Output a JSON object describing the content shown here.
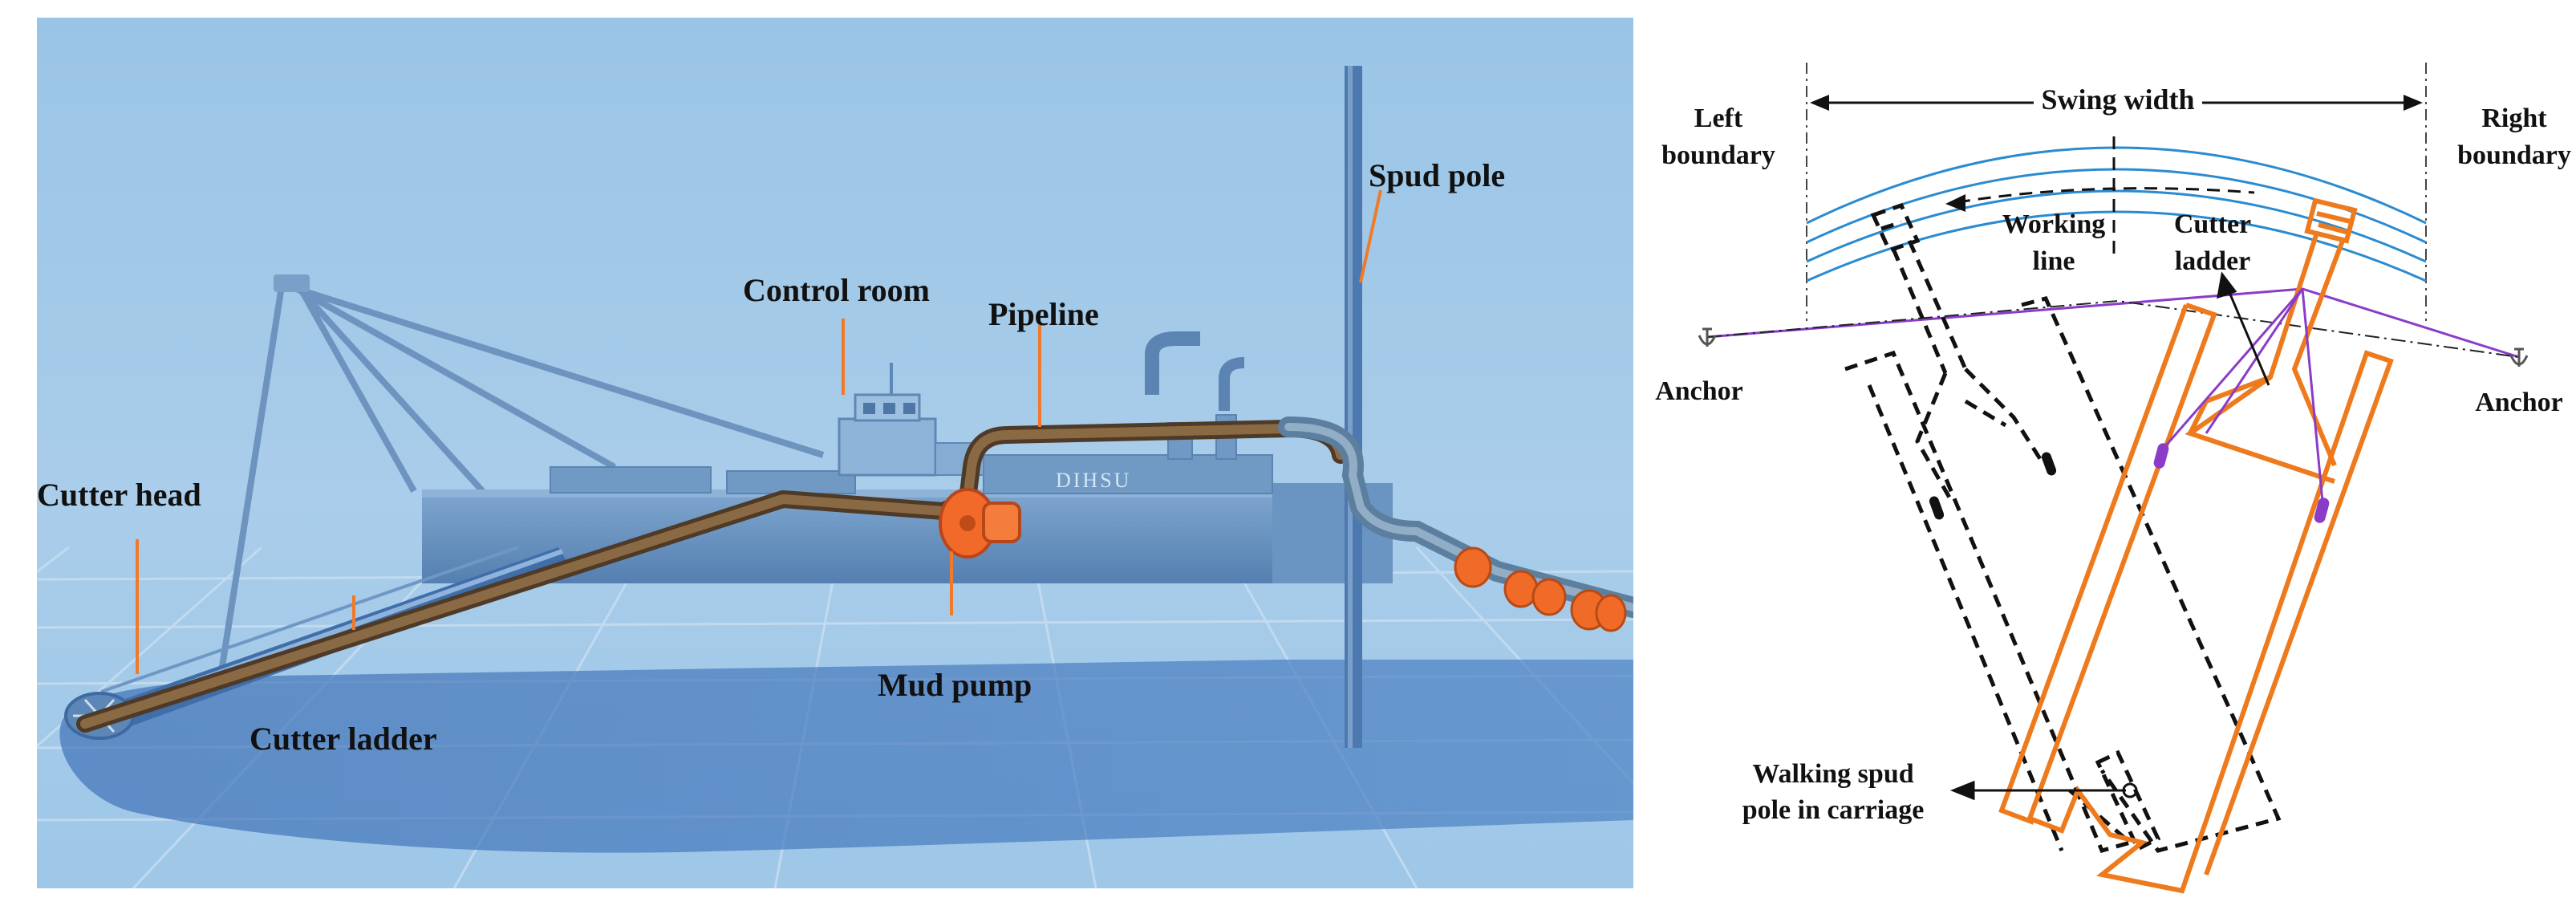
{
  "colors": {
    "sky": "#9cc6e6",
    "water": "#5e94cf",
    "hull": "#5d88b6",
    "pipeline": "#7a5a3a",
    "pump": "#f26a2a",
    "leader": "#f07a2a",
    "dredger_outline": "#ee7a1e",
    "arc_lines": "#2b8bd0",
    "anchor_cable": "#8a3cc8",
    "dashed": "#111111"
  },
  "left_panel": {
    "labels": {
      "cutter_head": "Cutter head",
      "cutter_ladder": "Cutter ladder",
      "control_room": "Control room",
      "pipeline": "Pipeline",
      "mud_pump": "Mud pump",
      "spud_pole": "Spud pole"
    },
    "hull_text": "DIHSU"
  },
  "right_panel": {
    "labels": {
      "swing_width": "Swing width",
      "left_boundary_1": "Left",
      "left_boundary_2": "boundary",
      "right_boundary_1": "Right",
      "right_boundary_2": "boundary",
      "working_line_1": "Working",
      "working_line_2": "line",
      "cutter_ladder_1": "Cutter",
      "cutter_ladder_2": "ladder",
      "anchor_left": "Anchor",
      "anchor_right": "Anchor",
      "walking_spud_1": "Walking spud",
      "walking_spud_2": "pole in carriage"
    }
  }
}
